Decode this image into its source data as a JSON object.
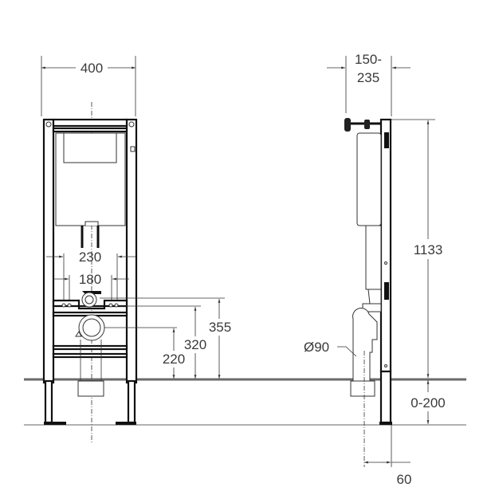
{
  "front_view": {
    "width_label": "400",
    "support_spacing_label": "230",
    "bolt_spacing_label": "180",
    "height_355_label": "355",
    "height_320_label": "320",
    "height_220_label": "220"
  },
  "side_view": {
    "depth_label_line1": "150-",
    "depth_label_line2": "235",
    "frame_height_label": "1133",
    "leg_extension_label": "0-200",
    "pipe_diameter_label": "Ø90",
    "outlet_offset_label": "60"
  }
}
